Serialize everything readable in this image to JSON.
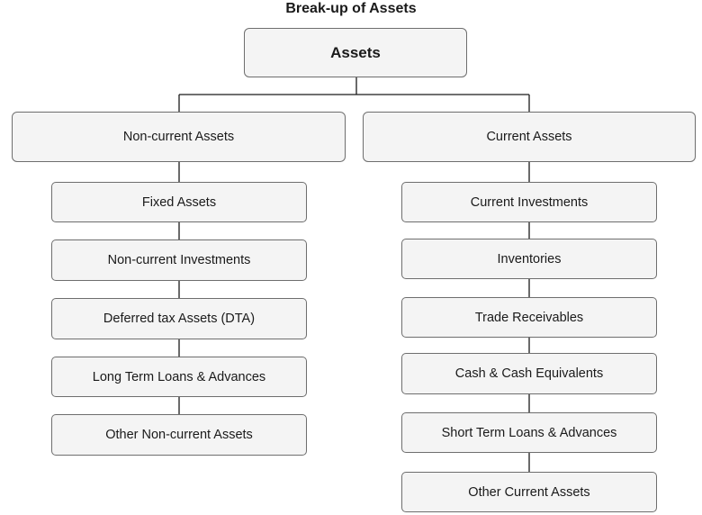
{
  "title": "Break-up of Assets",
  "root": "Assets",
  "groups": [
    {
      "label": "Non-current Assets",
      "items": [
        "Fixed Assets",
        "Non-current Investments",
        "Deferred tax Assets (DTA)",
        "Long Term Loans & Advances",
        "Other Non-current Assets"
      ]
    },
    {
      "label": "Current Assets",
      "items": [
        "Current Investments",
        "Inventories",
        "Trade Receivables",
        "Cash & Cash Equivalents",
        "Short Term Loans & Advances",
        "Other Current Assets"
      ]
    }
  ]
}
